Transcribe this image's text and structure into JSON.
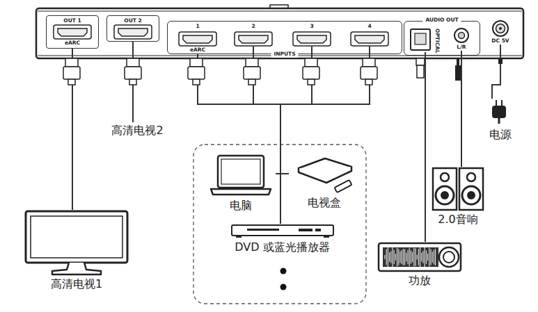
{
  "diagram": {
    "nodes": [
      {
        "text": [
          "OUT 1",
          "eARC"
        ]
      },
      {
        "text": [
          "OUT 2"
        ]
      },
      {
        "text": [
          "INPUTS"
        ]
      },
      {
        "text": [
          "1",
          "eARC"
        ],
        "in": 2
      },
      {
        "text": [
          "2"
        ],
        "in": 2
      },
      {
        "text": [
          "3"
        ],
        "in": 2
      },
      {
        "text": [
          "4"
        ],
        "in": 2
      },
      {
        "text": [
          "AUDIO OUT"
        ]
      },
      {
        "text": [
          "OPTICAL"
        ],
        "in": 7
      },
      {
        "text": [
          "L/R"
        ],
        "in": 7
      },
      {
        "text": [
          "DC 5V"
        ]
      },
      {
        "text": [
          "电源"
        ]
      },
      {
        "text": [
          "高清电视2"
        ]
      },
      {
        "text": [
          "电脑"
        ]
      },
      {
        "text": [
          "电视盒"
        ]
      },
      {
        "text": [
          "高清电视1"
        ]
      },
      {
        "text": [
          "2.0音响"
        ]
      },
      {
        "text": [
          "DVD 或蓝光播放器"
        ]
      },
      {
        "text": [
          "功放"
        ]
      }
    ],
    "edges": [
      {
        "from": 0,
        "to": 15,
        "arrow": "none"
      },
      {
        "from": 1,
        "to": 12,
        "arrow": "none"
      },
      {
        "from": 3,
        "to": 13,
        "arrow": "none"
      },
      {
        "from": 3,
        "to": 14,
        "arrow": "none"
      },
      {
        "from": 3,
        "to": 17,
        "arrow": "none"
      },
      {
        "from": 4,
        "to": 13,
        "arrow": "none"
      },
      {
        "from": 4,
        "to": 14,
        "arrow": "none"
      },
      {
        "from": 4,
        "to": 17,
        "arrow": "none"
      },
      {
        "from": 5,
        "to": 13,
        "arrow": "none"
      },
      {
        "from": 5,
        "to": 14,
        "arrow": "none"
      },
      {
        "from": 5,
        "to": 17,
        "arrow": "none"
      },
      {
        "from": 6,
        "to": 13,
        "arrow": "none"
      },
      {
        "from": 6,
        "to": 14,
        "arrow": "none"
      },
      {
        "from": 6,
        "to": 17,
        "arrow": "none"
      },
      {
        "from": 8,
        "to": 18,
        "arrow": "none"
      },
      {
        "from": 9,
        "to": 16,
        "arrow": "none"
      },
      {
        "from": 10,
        "to": 11,
        "arrow": "none"
      }
    ]
  }
}
